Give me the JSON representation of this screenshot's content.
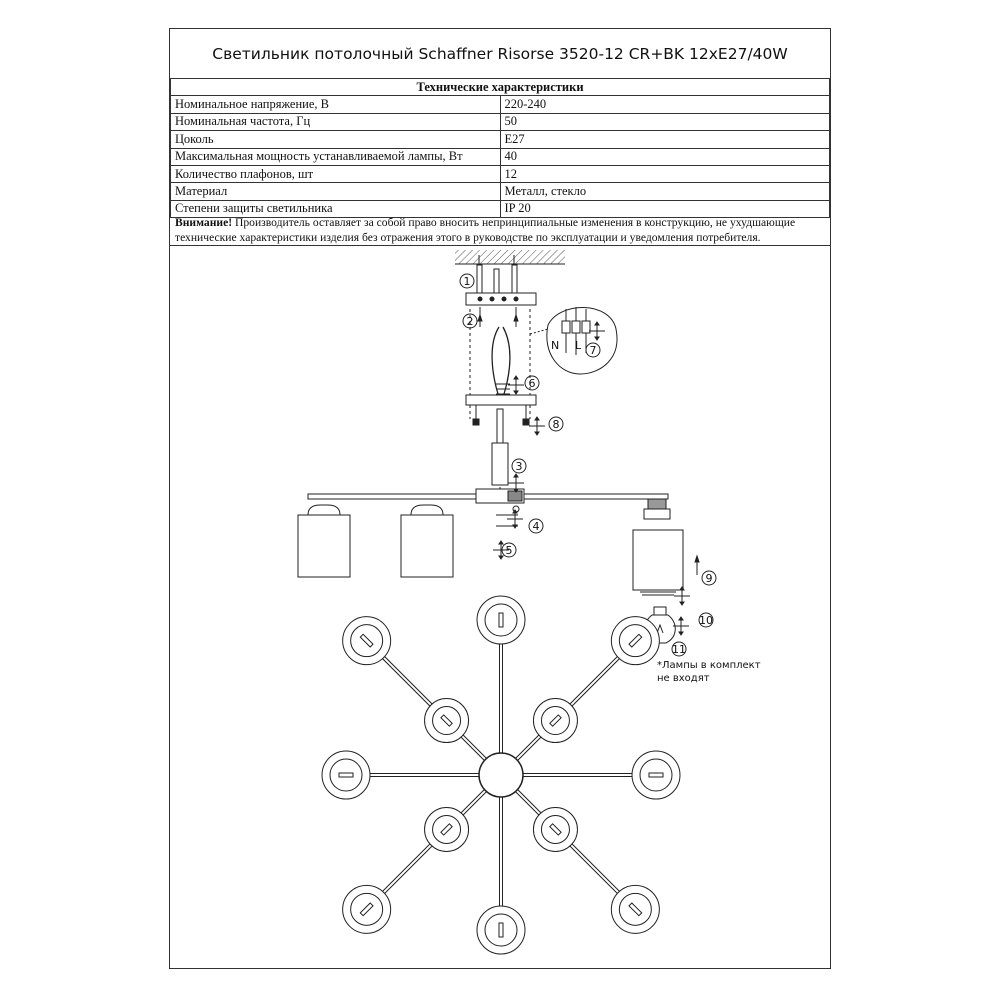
{
  "title": "Светильник потолочный Schaffner Risorse 3520-12 CR+BK 12xE27/40W",
  "specs": {
    "header": "Технические характеристики",
    "rows": [
      {
        "key": "Номинальное напряжение, В",
        "value": "220-240"
      },
      {
        "key": "Номинальная частота, Гц",
        "value": "50"
      },
      {
        "key": "Цоколь",
        "value": "E27"
      },
      {
        "key": "Максимальная мощность устанавливаемой лампы, Вт",
        "value": "40"
      },
      {
        "key": "Количество плафонов, шт",
        "value": "12"
      },
      {
        "key": "Материал",
        "value": "Металл, стекло"
      },
      {
        "key": "Степени защиты светильника",
        "value": "IP 20"
      }
    ]
  },
  "notice": {
    "label": "Внимание!",
    "text": " Производитель оставляет за собой право вносить непринципиальные изменения в конструкцию, не ухудшающие технические характеристики изделия без отражения этого в руководстве по эксплуатации и уведомления потребителя."
  },
  "diagram": {
    "callouts": [
      "1",
      "2",
      "3",
      "4",
      "5",
      "6",
      "7",
      "8",
      "9",
      "10",
      "11"
    ],
    "wire_labels": {
      "n": "N",
      "l": "L"
    }
  },
  "lamp_note": {
    "line1": "*Лампы в комплект",
    "line2": "не входят"
  }
}
